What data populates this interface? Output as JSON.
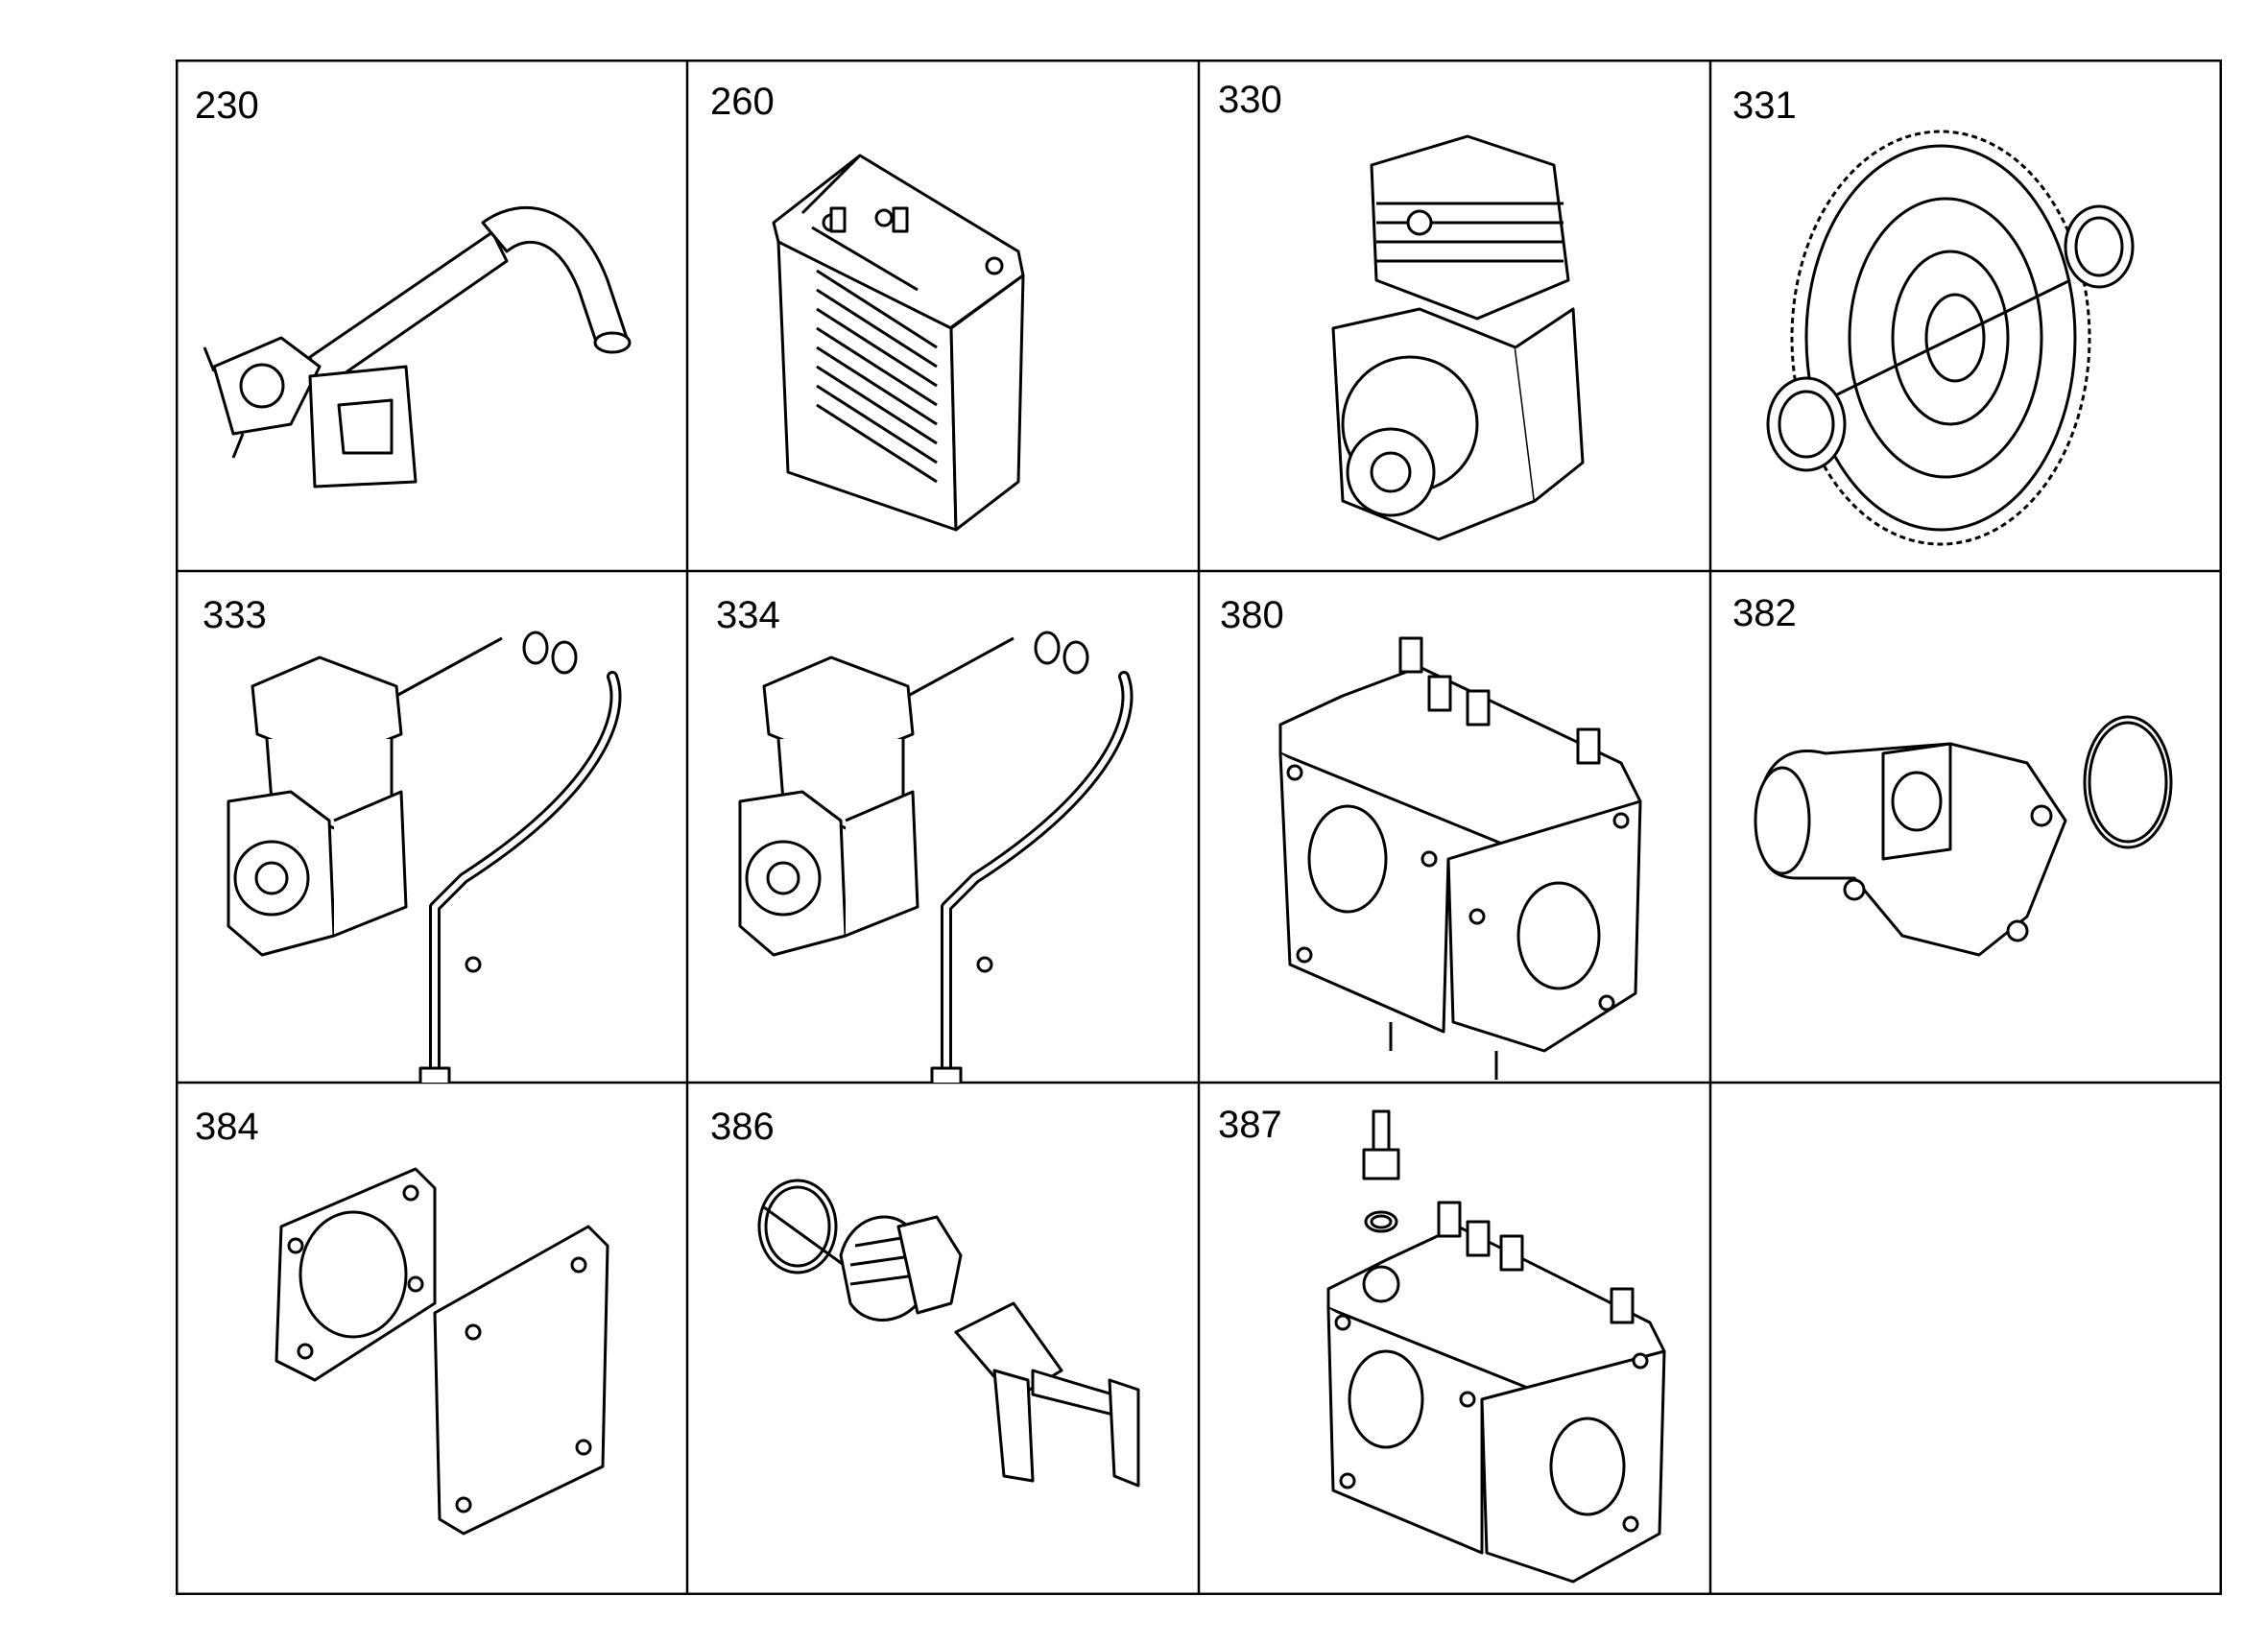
{
  "cells": [
    {
      "label": "230",
      "part": "exhaust-pipe"
    },
    {
      "label": "260",
      "part": "oil-cooler"
    },
    {
      "label": "330",
      "part": "air-compressor"
    },
    {
      "label": "331",
      "part": "gear-with-bearings"
    },
    {
      "label": "333",
      "part": "compressor-with-pipe"
    },
    {
      "label": "334",
      "part": "compressor-with-pipe"
    },
    {
      "label": "380",
      "part": "cylinder-head"
    },
    {
      "label": "382",
      "part": "elbow-flange-with-o-ring"
    },
    {
      "label": "384",
      "part": "gasket-and-cover-plate"
    },
    {
      "label": "386",
      "part": "drain-valve-assembly"
    },
    {
      "label": "387",
      "part": "cylinder-head-with-fitting"
    },
    {
      "label": "",
      "part": ""
    }
  ]
}
